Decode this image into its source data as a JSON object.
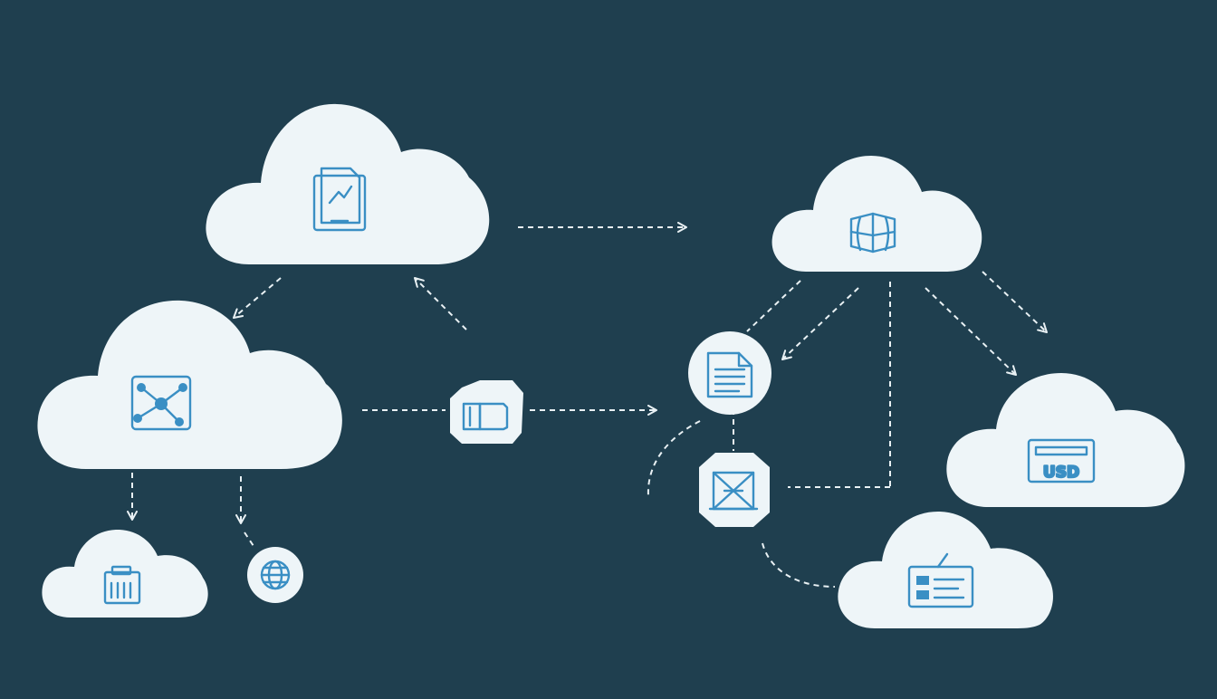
{
  "diagram": {
    "background_color": "#1f3f4f",
    "node_color": "#eef5f8",
    "icon_color": "#3a8fc4",
    "connector_color": "#e9f1f4",
    "connector_style": "dashed",
    "nodes": [
      {
        "id": "cloud-analytics",
        "kind": "cloud",
        "icon": "tablet-chart-icon"
      },
      {
        "id": "cloud-network",
        "kind": "cloud",
        "icon": "network-hub-icon"
      },
      {
        "id": "cloud-storage",
        "kind": "cloud",
        "icon": "building-icon"
      },
      {
        "id": "badge-globe-small",
        "kind": "circle",
        "icon": "globe-icon"
      },
      {
        "id": "badge-book",
        "kind": "badge",
        "icon": "book-icon"
      },
      {
        "id": "cloud-global",
        "kind": "cloud",
        "icon": "cube-globe-icon"
      },
      {
        "id": "badge-document",
        "kind": "circle",
        "icon": "document-icon"
      },
      {
        "id": "badge-structure",
        "kind": "badge",
        "icon": "bridge-structure-icon"
      },
      {
        "id": "cloud-currency",
        "kind": "cloud",
        "icon": "currency-card-icon",
        "label": "USD"
      },
      {
        "id": "cloud-media",
        "kind": "cloud",
        "icon": "id-card-icon"
      }
    ]
  }
}
